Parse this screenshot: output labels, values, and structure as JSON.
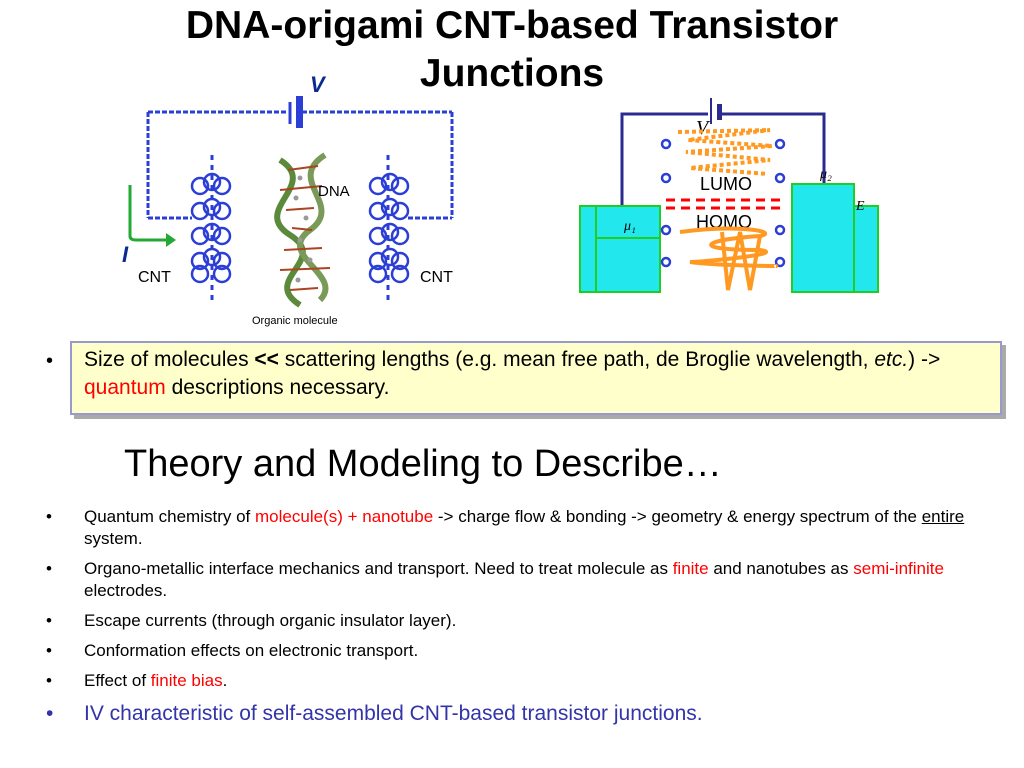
{
  "slide": {
    "title_line1": "DNA-origami CNT-based Transistor",
    "title_line2": "Junctions",
    "subtitle": "Theory and Modeling to Describe…"
  },
  "figure_left": {
    "v_label": "V",
    "i_label": "I",
    "cnt_left": "CNT",
    "cnt_right": "CNT",
    "dna_label": "DNA",
    "organic_label": "Organic molecule",
    "colors": {
      "circuit": "#2b3fd6",
      "arrow": "#22aa33",
      "label": "#0b2a8f"
    }
  },
  "figure_right": {
    "v_label": "V",
    "lumo": "LUMO",
    "homo": "HOMO",
    "mu1": "μ₁",
    "mu2": "μ₂",
    "e_label": "E",
    "colors": {
      "electrode": "#22e8ee",
      "border": "#22cc22",
      "spring": "#ff9922",
      "dash": "#ff0000"
    }
  },
  "highlight": {
    "bullet": "•",
    "part1": "Size of molecules ",
    "part2": "<<",
    "part3": " scattering lengths (e.g. mean free path, de Broglie wavelength, ",
    "part4": "etc.",
    "part5": ")  ->  ",
    "part6": "quantum",
    "part7": " descriptions necessary."
  },
  "bullets": {
    "b1": {
      "a": "Quantum chemistry of ",
      "b": "molecule(s) + nanotube",
      "c": " -> charge flow & bonding -> geometry & energy spectrum of the ",
      "d": "entire",
      "e": " system."
    },
    "b2": {
      "a": "Organo-metallic interface mechanics and transport. Need to treat molecule as ",
      "b": "finite",
      "c": " and nanotubes as ",
      "d": "semi-infinite",
      "e": " electrodes."
    },
    "b3": "Escape currents (through organic insulator layer).",
    "b4": "Conformation effects on electronic transport.",
    "b5": {
      "a": "Effect of ",
      "b": "finite bias",
      "c": "."
    },
    "b6": "IV characteristic of self-assembled CNT-based transistor junctions."
  }
}
